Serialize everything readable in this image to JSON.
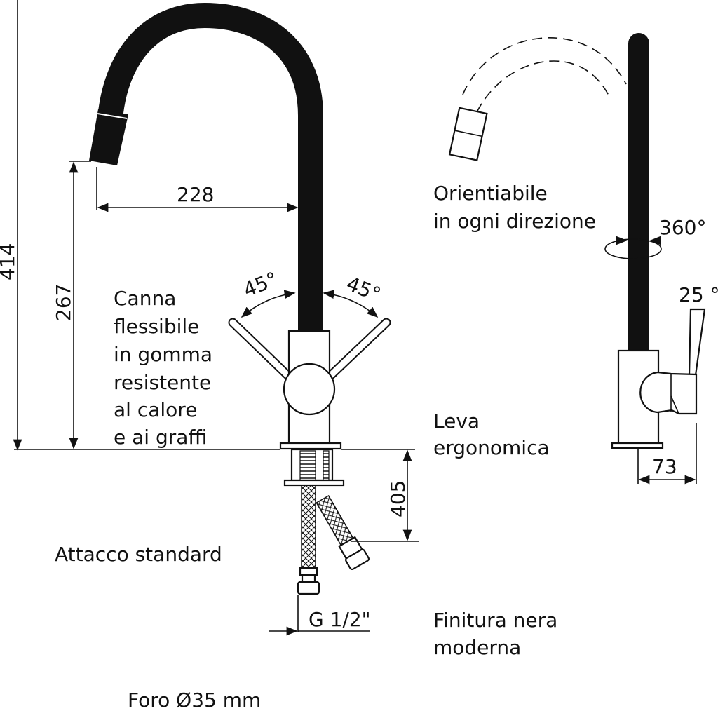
{
  "colors": {
    "line": "#111111",
    "spout": "#111111",
    "background": "#ffffff"
  },
  "dimensions": {
    "total_height": "414",
    "spout_height": "267",
    "spout_reach": "228",
    "hose_length": "405",
    "lever_angle_left": "45°",
    "lever_angle_right": "45°",
    "rotation": "360°",
    "lever_tilt": "25 °",
    "lever_depth": "73",
    "connection": "G 1/2\""
  },
  "labels": {
    "spout_feature": [
      "Canna",
      "flessibile",
      "in gomma",
      "resistente",
      "al calore",
      "e ai graffi"
    ],
    "orientation": [
      "Orientiabile",
      "in ogni direzione"
    ],
    "lever": [
      "Leva",
      "ergonomica"
    ],
    "connection": "Attacco standard",
    "finish": [
      "Finitura nera",
      "moderna"
    ],
    "hole": "Foro Ø35 mm"
  }
}
